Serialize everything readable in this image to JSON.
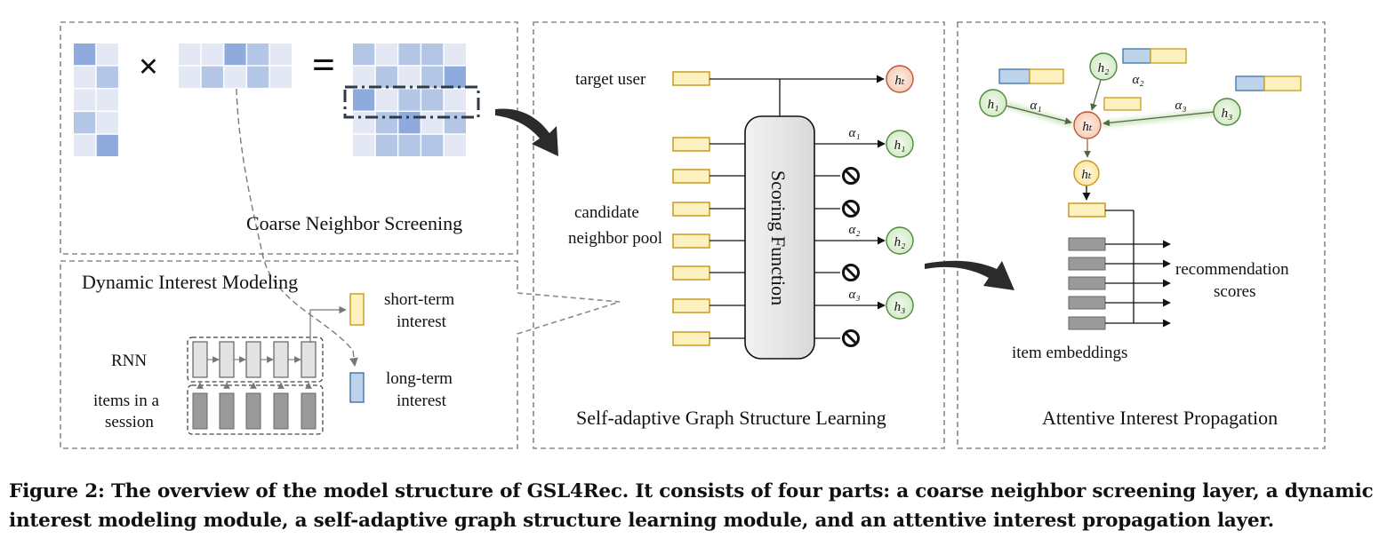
{
  "panels": {
    "coarse": {
      "title": "Coarse Neighbor Screening",
      "multiply_symbol": "×",
      "equals_symbol": "="
    },
    "dynamic": {
      "title": "Dynamic Interest Modeling",
      "rnn_label": "RNN",
      "items_label_1": "items in a",
      "items_label_2": "session",
      "short_term_1": "short-term",
      "short_term_2": "interest",
      "long_term_1": "long-term",
      "long_term_2": "interest"
    },
    "gsl": {
      "title": "Self-adaptive  Graph  Structure  Learning",
      "target_user": "target user",
      "candidate_1": "candidate",
      "candidate_2": "neighbor pool",
      "scoring": "Scoring Function",
      "alpha1": "α₁",
      "alpha2": "α₂",
      "alpha3": "α₃",
      "h_t": "hₜ",
      "h_1": "h₁",
      "h_2": "h₂",
      "h_3": "h₃"
    },
    "aip": {
      "title": "Attentive  Interest  Propagation",
      "item_embeddings": "item embeddings",
      "rec_1": "recommendation",
      "rec_2": "scores",
      "alpha1": "α₁",
      "alpha2": "α₂",
      "alpha3": "α₃",
      "h_t": "hₜ",
      "h_1": "h₁",
      "h_2": "h₂",
      "h_3": "h₃"
    }
  },
  "caption": {
    "line1": "Figure 2: The overview of the model structure of GSL4Rec. It consists of four parts: a coarse neighbor screening layer, a dynamic",
    "line2": "interest modeling module, a self-adaptive graph structure learning module, and an attentive interest propagation layer."
  },
  "colors": {
    "dashed_border": "#8a8a8a",
    "matrix_light": "#e4e8f4",
    "matrix_mid": "#b4c6e6",
    "matrix_dark": "#8faadc",
    "yellow_fill": "#fdf1bf",
    "yellow_stroke": "#c89a1b",
    "blue_fill": "#bcd3ea",
    "blue_stroke": "#3f73a8",
    "green_fill": "#e3f2dc",
    "green_stroke": "#4d8a3a",
    "target_fill": "#fbe0d0",
    "target_stroke": "#b8573a",
    "gray_fill": "#9a9a9a",
    "gray_light": "#e2e2e2"
  }
}
